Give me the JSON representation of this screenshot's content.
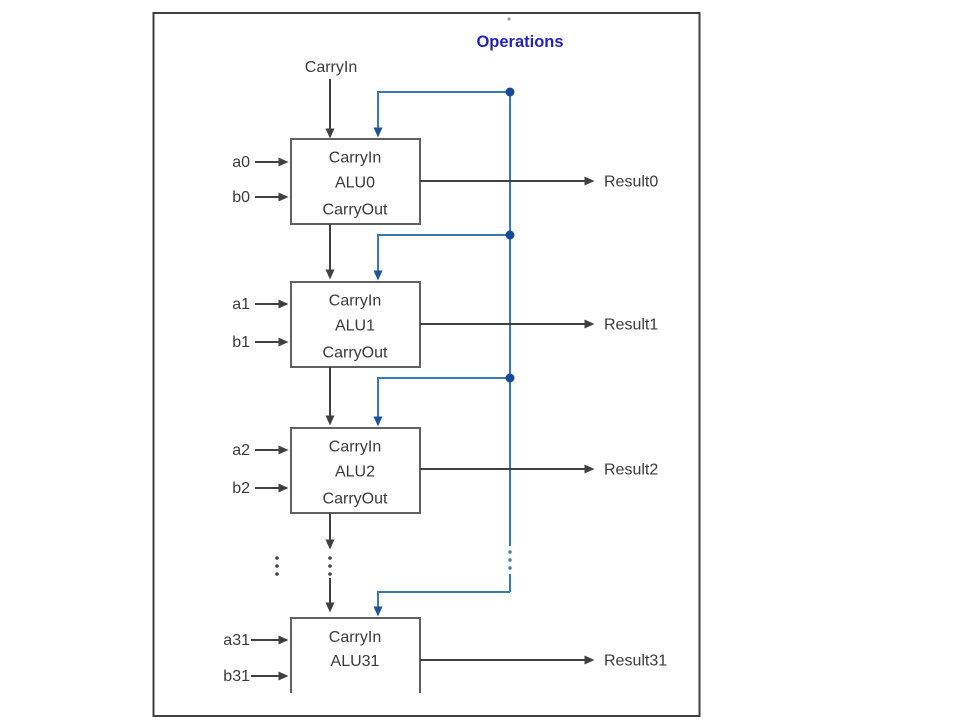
{
  "diagram": {
    "kind": "32-bit ripple-carry ALU block diagram",
    "operations_label": "Operations",
    "carry_in_top_label": "CarryIn",
    "stages": [
      {
        "input_a": "a0",
        "input_b": "b0",
        "box_line1": "CarryIn",
        "box_line2": "ALU0",
        "box_line3": "CarryOut",
        "result": "Result0"
      },
      {
        "input_a": "a1",
        "input_b": "b1",
        "box_line1": "CarryIn",
        "box_line2": "ALU1",
        "box_line3": "CarryOut",
        "result": "Result1"
      },
      {
        "input_a": "a2",
        "input_b": "b2",
        "box_line1": "CarryIn",
        "box_line2": "ALU2",
        "box_line3": "CarryOut",
        "result": "Result2"
      },
      {
        "input_a": "a31",
        "input_b": "b31",
        "box_line1": "CarryIn",
        "box_line2": "ALU31",
        "result": "Result31"
      }
    ]
  },
  "colors": {
    "frame_border": "#404040",
    "box_border": "#606060",
    "signal_wire": "#404040",
    "control_wire": "#3a79b0",
    "control_node": "#17499b",
    "control_arrowhead": "#1f5496",
    "operations_text": "#2424bc",
    "label_text": "#3a3a3a",
    "background": "#ffffff"
  }
}
